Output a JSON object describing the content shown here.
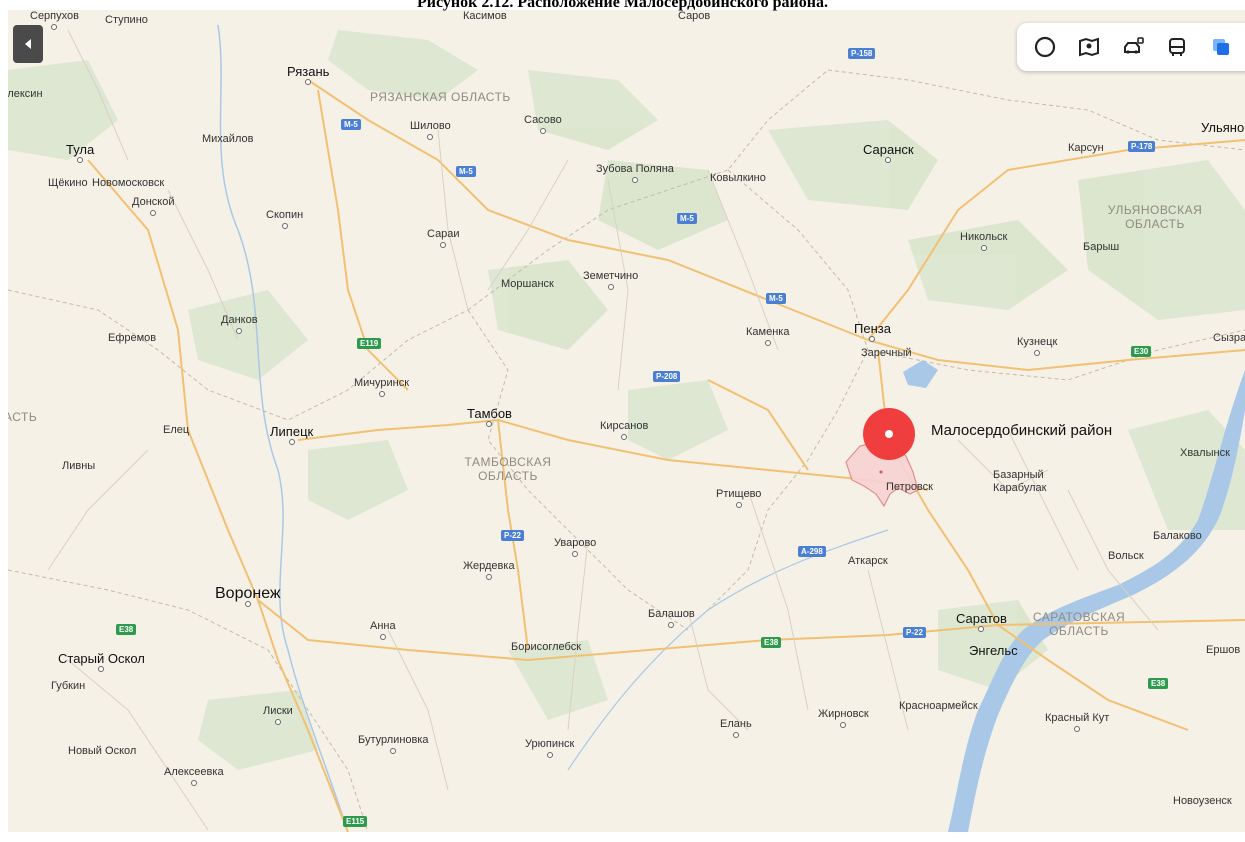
{
  "caption": "Рисунок 2.12. Расположение Малосердобинского района.",
  "colors": {
    "land": "#f6f1e6",
    "forest": "#d8e5cc",
    "water": "#a9c8e8",
    "marker": "#f03e3e",
    "district_fill": "#f7d3d3",
    "district_border": "#e08484"
  },
  "controls": {
    "collapse_icon": "chevron-left-icon",
    "tools": [
      {
        "name": "ruler-circle-icon"
      },
      {
        "name": "panorama-icon"
      },
      {
        "name": "traffic-icon"
      },
      {
        "name": "transport-icon"
      },
      {
        "name": "layers-icon"
      }
    ]
  },
  "marker": {
    "label": "Малосердобинский район"
  },
  "cities": [
    {
      "name": "Серпухов"
    },
    {
      "name": "Ступино"
    },
    {
      "name": "Касимов"
    },
    {
      "name": "Саров"
    },
    {
      "name": "Рязань"
    },
    {
      "name": "Шилово"
    },
    {
      "name": "Сасово"
    },
    {
      "name": "Алексин"
    },
    {
      "name": "Тула"
    },
    {
      "name": "Михайлов"
    },
    {
      "name": "Щёкино"
    },
    {
      "name": "Новомосковск"
    },
    {
      "name": "Донской"
    },
    {
      "name": "Скопин"
    },
    {
      "name": "Сараи"
    },
    {
      "name": "Зубова Поляна"
    },
    {
      "name": "Ковылкино"
    },
    {
      "name": "Саранск"
    },
    {
      "name": "Карсун"
    },
    {
      "name": "Ульяновск"
    },
    {
      "name": "Никольск"
    },
    {
      "name": "Барыш"
    },
    {
      "name": "Моршанск"
    },
    {
      "name": "Земетчино"
    },
    {
      "name": "Данков"
    },
    {
      "name": "Ефремов"
    },
    {
      "name": "Мичуринск"
    },
    {
      "name": "Каменка"
    },
    {
      "name": "Пенза"
    },
    {
      "name": "Заречный"
    },
    {
      "name": "Кузнецк"
    },
    {
      "name": "Сызрань"
    },
    {
      "name": "Тамбов"
    },
    {
      "name": "Кирсанов"
    },
    {
      "name": "Елец"
    },
    {
      "name": "Липецк"
    },
    {
      "name": "Ливны"
    },
    {
      "name": "Ртищево"
    },
    {
      "name": "Петровск"
    },
    {
      "name": "Базарный Карабулак"
    },
    {
      "name": "Хвалынск"
    },
    {
      "name": "Уварово"
    },
    {
      "name": "Жердевка"
    },
    {
      "name": "Аткарск"
    },
    {
      "name": "Балаково"
    },
    {
      "name": "Вольск"
    },
    {
      "name": "Воронеж"
    },
    {
      "name": "Анна"
    },
    {
      "name": "Балашов"
    },
    {
      "name": "Борисоглебск"
    },
    {
      "name": "Саратов"
    },
    {
      "name": "Энгельс"
    },
    {
      "name": "Ершов"
    },
    {
      "name": "Старый Оскол"
    },
    {
      "name": "Губкин"
    },
    {
      "name": "Лиски"
    },
    {
      "name": "Бутурлиновка"
    },
    {
      "name": "Урюпинск"
    },
    {
      "name": "Елань"
    },
    {
      "name": "Жирновск"
    },
    {
      "name": "Красноармейск"
    },
    {
      "name": "Красный Кут"
    },
    {
      "name": "Новый Оскол"
    },
    {
      "name": "Алексеевка"
    },
    {
      "name": "Новоузенск"
    }
  ],
  "regions": [
    {
      "name": "РЯЗАНСКАЯ ОБЛАСТЬ"
    },
    {
      "name": "УЛЬЯНОВСКАЯ ОБЛАСТЬ"
    },
    {
      "name": "ТАМБОВСКАЯ ОБЛАСТЬ"
    },
    {
      "name": "САРАТОВСКАЯ ОБЛАСТЬ"
    },
    {
      "name": "АСТЬ"
    }
  ],
  "roads": [
    {
      "name": "Р-158"
    },
    {
      "name": "М-5"
    },
    {
      "name": "М-5"
    },
    {
      "name": "М-5"
    },
    {
      "name": "М-5"
    },
    {
      "name": "Р-178"
    },
    {
      "name": "Е119"
    },
    {
      "name": "Р-208"
    },
    {
      "name": "Е30"
    },
    {
      "name": "Р-22"
    },
    {
      "name": "А-298"
    },
    {
      "name": "Е38"
    },
    {
      "name": "Е38"
    },
    {
      "name": "Р-22"
    },
    {
      "name": "Е38"
    },
    {
      "name": "Е115"
    }
  ]
}
